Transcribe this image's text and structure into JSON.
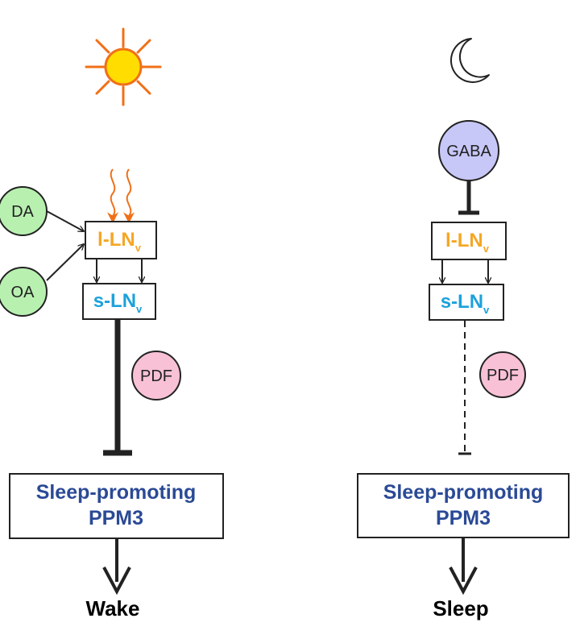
{
  "colors": {
    "sun_fill": "#ffdd00",
    "sun_stroke": "#f07018",
    "light_arrow": "#f07018",
    "l_lnv_text": "#f5a623",
    "s_lnv_text": "#1ba1dc",
    "ppm_text": "#2b4a96",
    "dopamine_fill": "#b8f0b0",
    "gaba_fill": "#c7c7f8",
    "pdf_fill": "#f8c1d6"
  },
  "icons": {
    "day": "sun-icon",
    "night": "moon-icon"
  },
  "day": {
    "inputs": [
      "DA",
      "OA"
    ],
    "l_lnv": {
      "main": "l-LN",
      "sub": "v"
    },
    "s_lnv": {
      "main": "s-LN",
      "sub": "v"
    },
    "pdf": "PDF",
    "ppm_line1": "Sleep-promoting",
    "ppm_line2": "PPM3",
    "outcome": "Wake"
  },
  "night": {
    "inputs": [
      "GABA"
    ],
    "l_lnv": {
      "main": "l-LN",
      "sub": "v"
    },
    "s_lnv": {
      "main": "s-LN",
      "sub": "v"
    },
    "pdf": "PDF",
    "ppm_line1": "Sleep-promoting",
    "ppm_line2": "PPM3",
    "outcome": "Sleep"
  }
}
